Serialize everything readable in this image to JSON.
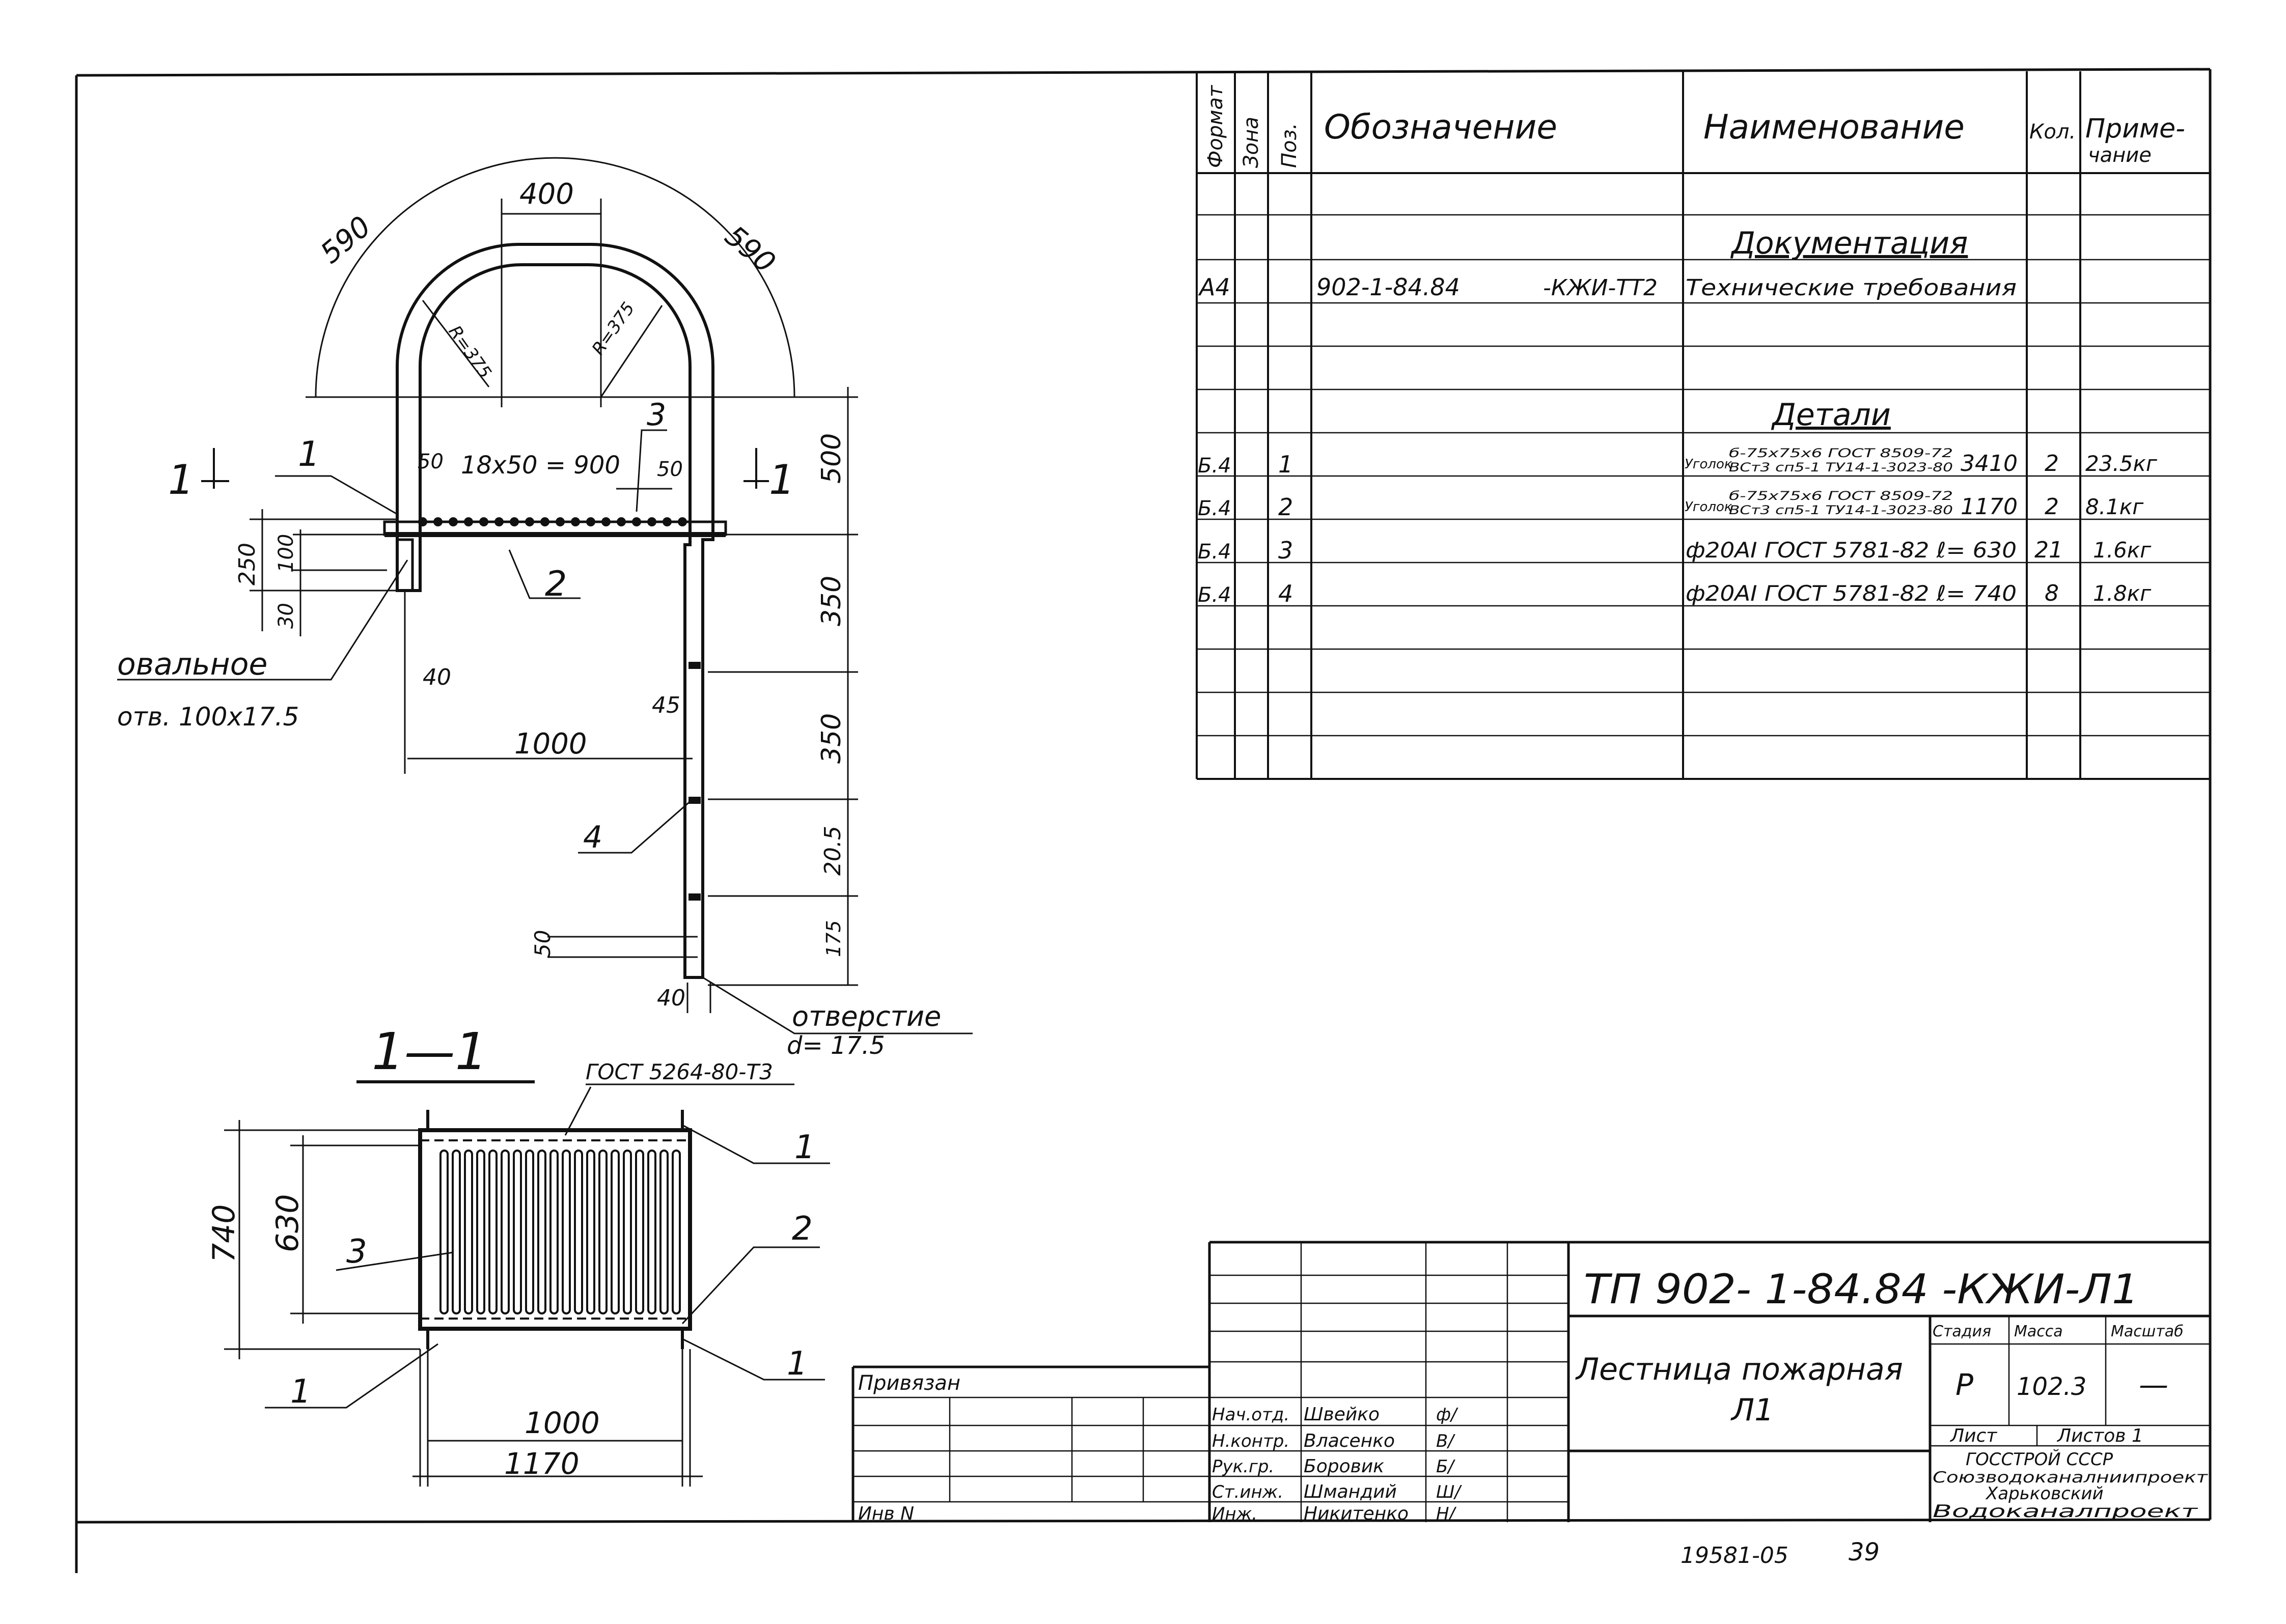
{
  "spec_table": {
    "headers": {
      "format": "Формат",
      "zone": "Зона",
      "pos": "Поз.",
      "designation": "Обозначение",
      "name": "Наименование",
      "qty": "Кол.",
      "note_line1": "Приме-",
      "note_line2": "чание"
    },
    "section_documentation": "Документация",
    "doc_row": {
      "format": "А4",
      "designation": "902-1-84.84",
      "designation_suffix": "-КЖИ-ТТ2",
      "name": "Технические требования"
    },
    "section_details": "Детали",
    "rows": [
      {
        "format": "Б.4",
        "pos": "1",
        "name_prefix": "Уголок",
        "name_top": "б-75х75х6 ГОСТ 8509-72",
        "name_bottom": "ВСт3 сп5-1 ТУ14-1-3023-80",
        "length": "3410",
        "qty": "2",
        "note": "23.5кг"
      },
      {
        "format": "Б.4",
        "pos": "2",
        "name_prefix": "Уголок",
        "name_top": "б-75х75х6 ГОСТ 8509-72",
        "name_bottom": "ВСт3 сп5-1 ТУ14-1-3023-80",
        "length": "1170",
        "qty": "2",
        "note": "8.1кг"
      },
      {
        "format": "Б.4",
        "pos": "3",
        "name": "ф20АI ГОСТ 5781-82 ℓ= 630",
        "qty": "21",
        "note": "1.6кг"
      },
      {
        "format": "Б.4",
        "pos": "4",
        "name": "ф20АI ГОСТ 5781-82 ℓ= 740",
        "qty": "8",
        "note": "1.8кг"
      }
    ]
  },
  "elevation": {
    "dims": {
      "top_width": "400",
      "arc_left": "590",
      "arc_right": "590",
      "radius_left": "R=375",
      "radius_right": "R=375",
      "bars_spacing": "18х50 = 900",
      "offset_left": "50",
      "offset_right": "50",
      "height_top": "500",
      "h350_a": "350",
      "h350_b": "350",
      "h205": "20.5",
      "h175": "175",
      "left_250": "250",
      "left_100": "100",
      "left_30": "30",
      "dim_40_a": "40",
      "dim_45": "45",
      "width_1000": "1000",
      "dim_50": "50",
      "dim_40_b": "40"
    },
    "callouts": {
      "p1": "1",
      "p2": "2",
      "p3": "3",
      "p4": "4"
    },
    "section_mark": "1",
    "oval_hole_line1": "овальное",
    "oval_hole_line2": "отв. 100х17.5",
    "hole_line1": "отверстие",
    "hole_line2": "d= 17.5"
  },
  "section_view": {
    "title": "1—1",
    "weld_note": "ГОСТ 5264-80-Т3",
    "dim_740": "740",
    "dim_630": "630",
    "dim_1000": "1000",
    "dim_1170": "1170",
    "callouts": {
      "p1_top": "1",
      "p2": "2",
      "p3": "3",
      "p1_bottom_left": "1",
      "p1_bottom_right": "1"
    }
  },
  "title_block": {
    "code": "ТП 902- 1-84.84 -КЖИ-Л1",
    "title_line1": "Лестница пожарная",
    "title_line2": "Л1",
    "stage_label": "Стадия",
    "mass_label": "Масса",
    "scale_label": "Масштаб",
    "stage": "Р",
    "mass": "102.3",
    "scale": "—",
    "sheet_label": "Лист",
    "sheets_label": "Листов 1",
    "org_line1": "ГОССТРОЙ СССР",
    "org_line2": "Союзводоканалниипроект",
    "org_line3": "Харьковский",
    "org_line4": "Водоканалпроект",
    "bound_label": "Привязан",
    "inv_label": "Инв N",
    "staff": [
      {
        "role": "Нач.отд.",
        "name": "Швейко",
        "sign": "ф/"
      },
      {
        "role": "Н.контр.",
        "name": "Власенко",
        "sign": "В/"
      },
      {
        "role": "Рук.гр.",
        "name": "Боровик",
        "sign": "Б/"
      },
      {
        "role": "Ст.инж.",
        "name": "Шмандий",
        "sign": "Ш/"
      },
      {
        "role": "Инж.",
        "name": "Никитенко",
        "sign": "Н/"
      }
    ]
  },
  "footer": {
    "doc_number": "19581-05",
    "page": "39"
  }
}
